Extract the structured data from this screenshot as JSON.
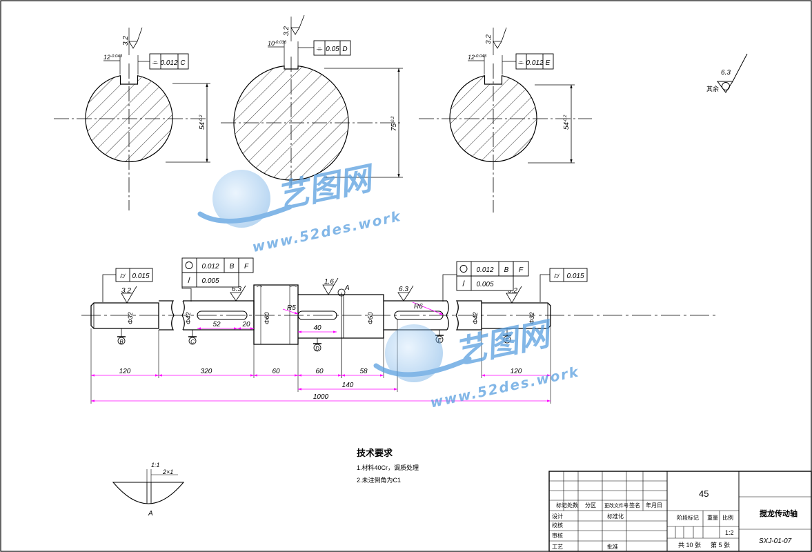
{
  "sections": {
    "left": {
      "diameter": "54",
      "diameter_tol": "-0.2",
      "key_width": "12",
      "key_tol": "-0.043",
      "roughness": "3.2",
      "fcf": {
        "symbol": "⌯",
        "value": "0.012",
        "datum": "C"
      }
    },
    "middle": {
      "diameter": "75",
      "diameter_tol": "-0.2",
      "key_width": "10",
      "key_tol": "-0.036",
      "roughness": "3.2",
      "fcf": {
        "symbol": "⌯",
        "value": "0.05",
        "datum": "D"
      }
    },
    "right": {
      "diameter": "54",
      "diameter_tol": "-0.2",
      "key_width": "12",
      "key_tol": "-0.043",
      "roughness": "3.2",
      "fcf": {
        "symbol": "⌯",
        "value": "0.012",
        "datum": "E"
      }
    }
  },
  "remaining_roughness": {
    "value": "6.3",
    "label": "其余"
  },
  "shaft": {
    "fcf_left": {
      "symbol": "⌭",
      "value": "0.015"
    },
    "fcf_mid": {
      "row1": {
        "symbol": "○",
        "value": "0.012",
        "d1": "B",
        "d2": "F"
      },
      "row2": {
        "symbol": "/",
        "value": "0.005"
      }
    },
    "fcf_right": {
      "row1": {
        "symbol": "○",
        "value": "0.012",
        "d1": "B",
        "d2": "F"
      },
      "row2": {
        "symbol": "/",
        "value": "0.005"
      }
    },
    "fcf_far_right": {
      "symbol": "⌭",
      "value": "0.015"
    },
    "roughness_marks": [
      "3.2",
      "6.3",
      "1.6",
      "6.3",
      "3.2"
    ],
    "section_label_a": "A",
    "diameters": [
      "Φ32",
      "Φ42",
      "Φ60",
      "Φ50",
      "Φ42",
      "Φ32"
    ],
    "radii": [
      "R5",
      "R6"
    ],
    "datums": [
      "B",
      "C",
      "D",
      "E",
      "F"
    ],
    "key_dims": [
      "52",
      "20",
      "40"
    ],
    "length_dims": [
      "120",
      "320",
      "60",
      "60",
      "58",
      "120"
    ],
    "dim_140": "140",
    "overall_length": "1000"
  },
  "detail_a": {
    "label": "A",
    "dim1": "1:1",
    "dim2": "2×1"
  },
  "tech_requirements": {
    "title": "技术要求",
    "items": [
      "1.材料40Cr，调质处理",
      "2.未注倒角为C1"
    ]
  },
  "title_block": {
    "material": "45",
    "part_name": "搅龙传动轴",
    "drawing_no": "SXJ-01-07",
    "scale_label": "比例",
    "scale": "1:2",
    "stage_label": "阶段标记",
    "weight_label": "重量",
    "total_sheets": "共 10 张",
    "sheet": "第 5 张",
    "header_row": [
      "标记",
      "处数",
      "分区",
      "更改文件号",
      "签名",
      "年月日"
    ],
    "roles": [
      "设计",
      "校核",
      "审核",
      "工艺"
    ],
    "std_label": "标准化",
    "approve_label": "批准"
  },
  "watermark": {
    "brand": "艺图网",
    "url": "www.52des.work"
  },
  "colors": {
    "dimension": "#ff00ff",
    "line": "#000000",
    "watermark": "#5aa0e0"
  }
}
